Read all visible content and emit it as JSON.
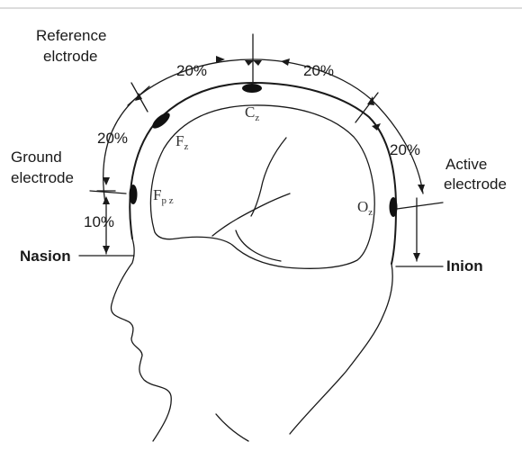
{
  "labels": {
    "reference_electrode": [
      "Reference",
      "elctrode"
    ],
    "ground_electrode": [
      "Ground",
      "electrode"
    ],
    "active_electrode": [
      "Active",
      "electrode"
    ],
    "nasion": "Nasion",
    "inion": "Inion"
  },
  "sites": {
    "cz": "C",
    "cz_sub": "z",
    "fz": "F",
    "fz_sub": "z",
    "fpz": "F",
    "fpz_sub": "p z",
    "oz": "O",
    "oz_sub": "z"
  },
  "percentages": {
    "top_left": "20%",
    "top_right": "20%",
    "front_upper": "20%",
    "back": "20%",
    "front_lower": "10%"
  }
}
